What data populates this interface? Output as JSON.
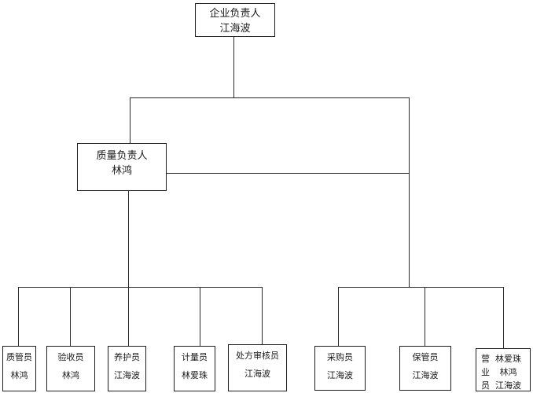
{
  "org_chart": {
    "root": {
      "title": "企业负责人",
      "name": "江海波"
    },
    "quality_manager": {
      "title": "质量负责人",
      "name": "林鸿"
    },
    "left_staff": [
      {
        "title": "质管员",
        "name": "林鸿"
      },
      {
        "title": "验收员",
        "name": "林鸿"
      },
      {
        "title": "养护员",
        "name": "江海波"
      },
      {
        "title": "计量员",
        "name": "林爱珠"
      },
      {
        "title": "处方审核员",
        "name": "江海波"
      }
    ],
    "right_staff": [
      {
        "title": "采购员",
        "name": "江海波"
      },
      {
        "title": "保管员",
        "name": "江海波"
      }
    ],
    "sales_staff": {
      "title_vertical": [
        "营",
        "业",
        "员"
      ],
      "names": [
        "林爱珠",
        "林鸿",
        "江海波"
      ]
    }
  }
}
